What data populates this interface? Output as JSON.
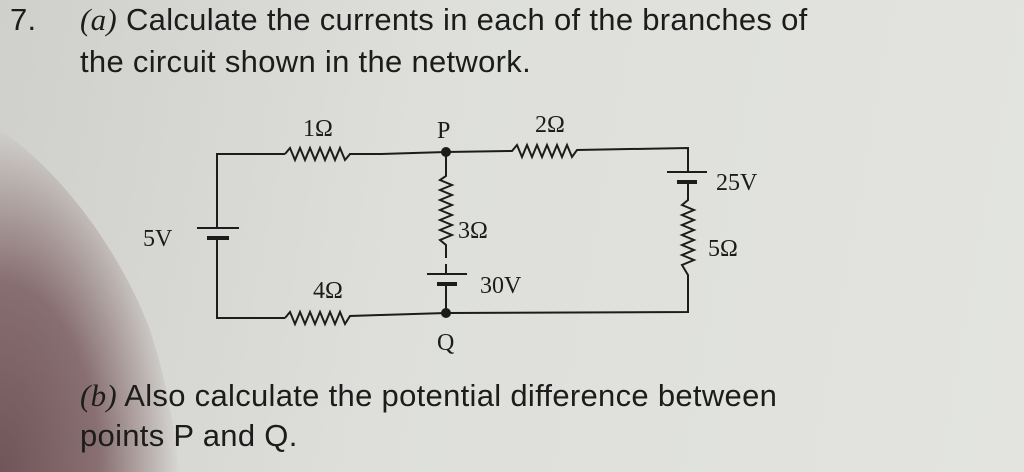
{
  "question": {
    "number": "7.",
    "part_a": {
      "label": "(a)",
      "line1": "Calculate the currents in each of the branches of",
      "line2": "the circuit shown in the network."
    },
    "part_b": {
      "label": "(b)",
      "line1": "Also calculate the potential difference between",
      "line2": "points P and Q."
    }
  },
  "circuit": {
    "node_p": "P",
    "node_q": "Q",
    "r1": "1Ω",
    "r2": "2Ω",
    "r3": "3Ω",
    "r4": "4Ω",
    "r5": "5Ω",
    "v_left": "5V",
    "v_middle": "30V",
    "v_right": "25V"
  }
}
